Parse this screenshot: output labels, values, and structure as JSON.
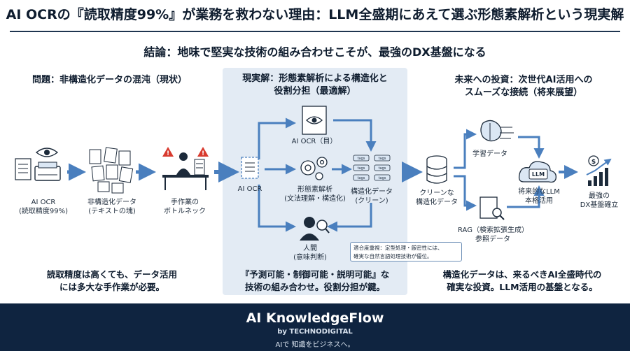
{
  "title": "AI OCRの『読取精度99%』が業務を救わない理由：LLM全盛期にあえて選ぶ形態素解析という現実解",
  "conclusion": "結論：地味で堅実な技術の組み合わせこそが、最強のDX基盤になる",
  "left": {
    "heading": "問題：非構造化データの混沌（現状）",
    "nodes": {
      "ocr_line1": "AI OCR",
      "ocr_line2": "(読取精度99%)",
      "unstructured_line1": "非構造化データ",
      "unstructured_line2": "(テキストの塊)",
      "manual_line1": "手作業の",
      "manual_line2": "ボトルネック"
    },
    "caption_line1": "読取精度は高くても、データ活用",
    "caption_line2": "には多大な手作業が必要。"
  },
  "middle": {
    "heading_line1": "現実解：形態素解析による構造化と",
    "heading_line2": "役割分担（最適解）",
    "nodes": {
      "ocr_input": "AI OCR",
      "ocr_eye": "AI OCR（目）",
      "morph_line1": "形態素解析",
      "morph_line2": "(文法理解・構造化)",
      "structured_line1": "構造化データ",
      "structured_line2": "(クリーン)",
      "human_line1": "人間",
      "human_line2": "(意味判断)"
    },
    "tags": [
      "tags",
      "tags",
      "tags",
      "tags",
      "tags",
      "tags"
    ],
    "note_line1": "適合度重視：定型処理・厳密性には、",
    "note_line2": "確実な自然言語処理技術が優位。",
    "caption_line1": "『予測可能・制御可能・説明可能』な",
    "caption_line2": "技術の組み合わせ。役割分担が鍵。"
  },
  "right": {
    "heading_line1": "未来への投資：次世代AI活用への",
    "heading_line2": "スムーズな接続（将来展望）",
    "nodes": {
      "clean_line1": "クリーンな",
      "clean_line2": "構造化データ",
      "training": "学習データ",
      "rag_line1": "RAG（検索拡張生成）",
      "rag_line2": "参照データ",
      "llm_badge": "LLM",
      "llm_line1": "将来的なLLM",
      "llm_line2": "本格活用",
      "dx_line1": "最強の",
      "dx_line2": "DX基盤確立"
    },
    "caption_line1": "構造化データは、来るべきAI全盛時代の",
    "caption_line2": "確実な投資。LLM活用の基盤となる。"
  },
  "footer": {
    "brand": "AI KnowledgeFlow",
    "sub": "by TECHNODIGITAL",
    "tagline": "AIで 知識をビジネスへ。"
  },
  "colors": {
    "arrow": "#4a7fbe",
    "navy": "#0f2440",
    "panel": "#e3ebf4",
    "alert": "#d83b2f"
  }
}
